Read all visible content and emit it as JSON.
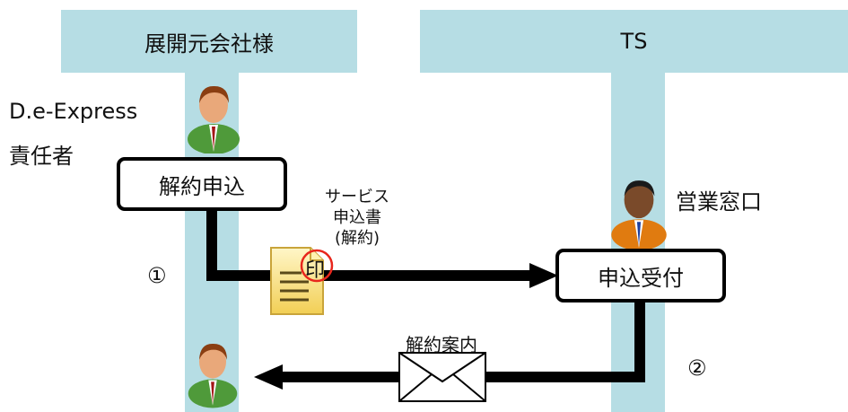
{
  "lanes": {
    "left_title": "展開元会社様",
    "right_title": "TS"
  },
  "actors": {
    "left_top_name": "D.e-Express",
    "left_top_role": "責任者",
    "right_name": "営業窓口"
  },
  "boxes": {
    "cancel_request": "解約申込",
    "reception": "申込受付"
  },
  "documents": {
    "application_line1": "サービス",
    "application_line2": "申込書",
    "application_line3": "(解約)",
    "stamp": "印",
    "guide": "解約案内"
  },
  "steps": {
    "step1": "①",
    "step2": "②"
  },
  "colors": {
    "lane": "#b6dde4",
    "person_green": "#4f9a3a",
    "person_orange": "#e07b10",
    "stamp_red": "#e8261c"
  }
}
